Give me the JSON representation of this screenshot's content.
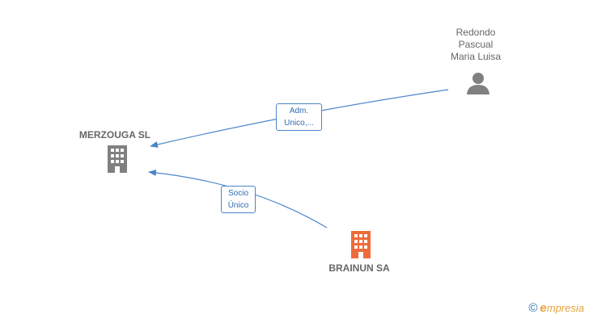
{
  "nodes": {
    "merzouga": {
      "name": "MERZOUGA SL",
      "icon": "building-icon",
      "color": "#808080"
    },
    "brainun": {
      "name": "BRAINUN SA",
      "icon": "building-icon",
      "color": "#ee6b3b"
    },
    "person": {
      "name_lines": [
        "Redondo",
        "Pascual",
        "Maria Luisa"
      ],
      "icon": "person-icon",
      "color": "#808080"
    }
  },
  "edges": [
    {
      "from": "person",
      "to": "merzouga",
      "label_lines": [
        "Adm.",
        "Unico,..."
      ],
      "color": "#4a86c8"
    },
    {
      "from": "brainun",
      "to": "merzouga",
      "label_lines": [
        "Socio",
        "Único"
      ],
      "color": "#4a86c8"
    }
  ],
  "branding": {
    "copyright": "©",
    "e": "e",
    "rest": "mpresia"
  }
}
